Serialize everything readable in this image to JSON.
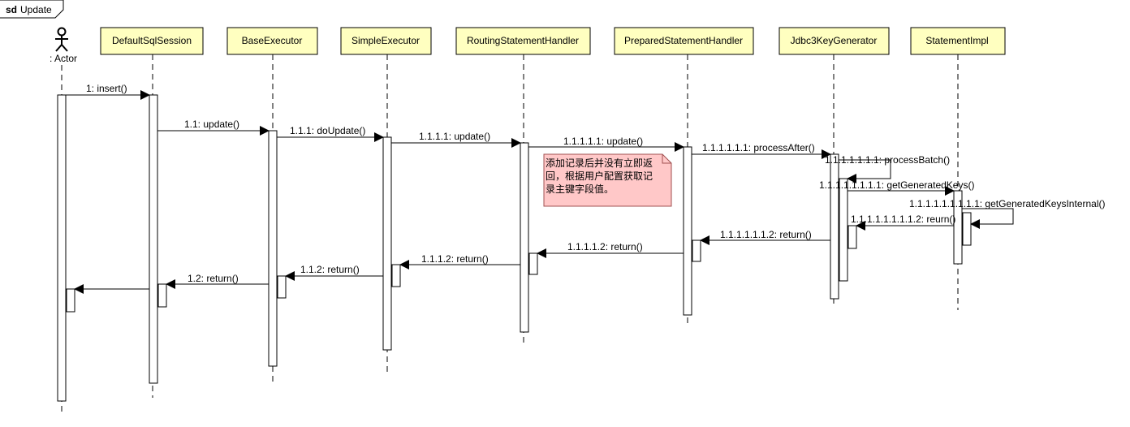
{
  "frame": {
    "keyword": "sd",
    "name": "Update"
  },
  "actor": {
    "label": ": Actor"
  },
  "lifelines": [
    {
      "label": "DefaultSqlSession"
    },
    {
      "label": "BaseExecutor"
    },
    {
      "label": "SimpleExecutor"
    },
    {
      "label": "RoutingStatementHandler"
    },
    {
      "label": "PreparedStatementHandler"
    },
    {
      "label": "Jdbc3KeyGenerator"
    },
    {
      "label": "StatementImpl"
    }
  ],
  "messages": [
    {
      "label": "1: insert()"
    },
    {
      "label": "1.1: update()"
    },
    {
      "label": "1.1.1: doUpdate()"
    },
    {
      "label": "1.1.1.1: update()"
    },
    {
      "label": "1.1.1.1.1: update()"
    },
    {
      "label": "1.1.1.1.1.1: processAfter()"
    },
    {
      "label": "1.1.1.1.1.1.1: processBatch()"
    },
    {
      "label": "1.1.1.1.1.1.1.1: getGeneratedKeys()"
    },
    {
      "label": "1.1.1.1.1.1.1.1.1: getGeneratedKeysInternal()"
    },
    {
      "label": "1.1.1.1.1.1.1.1.2: reurn()"
    },
    {
      "label": "1.1.1.1.1.1.2: return()"
    },
    {
      "label": "1.1.1.1.2: return()"
    },
    {
      "label": "1.1.1.2: return()"
    },
    {
      "label": "1.1.2: return()"
    },
    {
      "label": "1.2: return()"
    }
  ],
  "note": {
    "lines": [
      "添加记录后并没有立即返",
      "回，根据用户配置获取记",
      "录主键字段值。"
    ]
  },
  "colors": {
    "lifeline_head_fill": "#ffffc0",
    "note_fill": "#ffc8c8",
    "note_border": "#a05050",
    "line": "#000000"
  }
}
